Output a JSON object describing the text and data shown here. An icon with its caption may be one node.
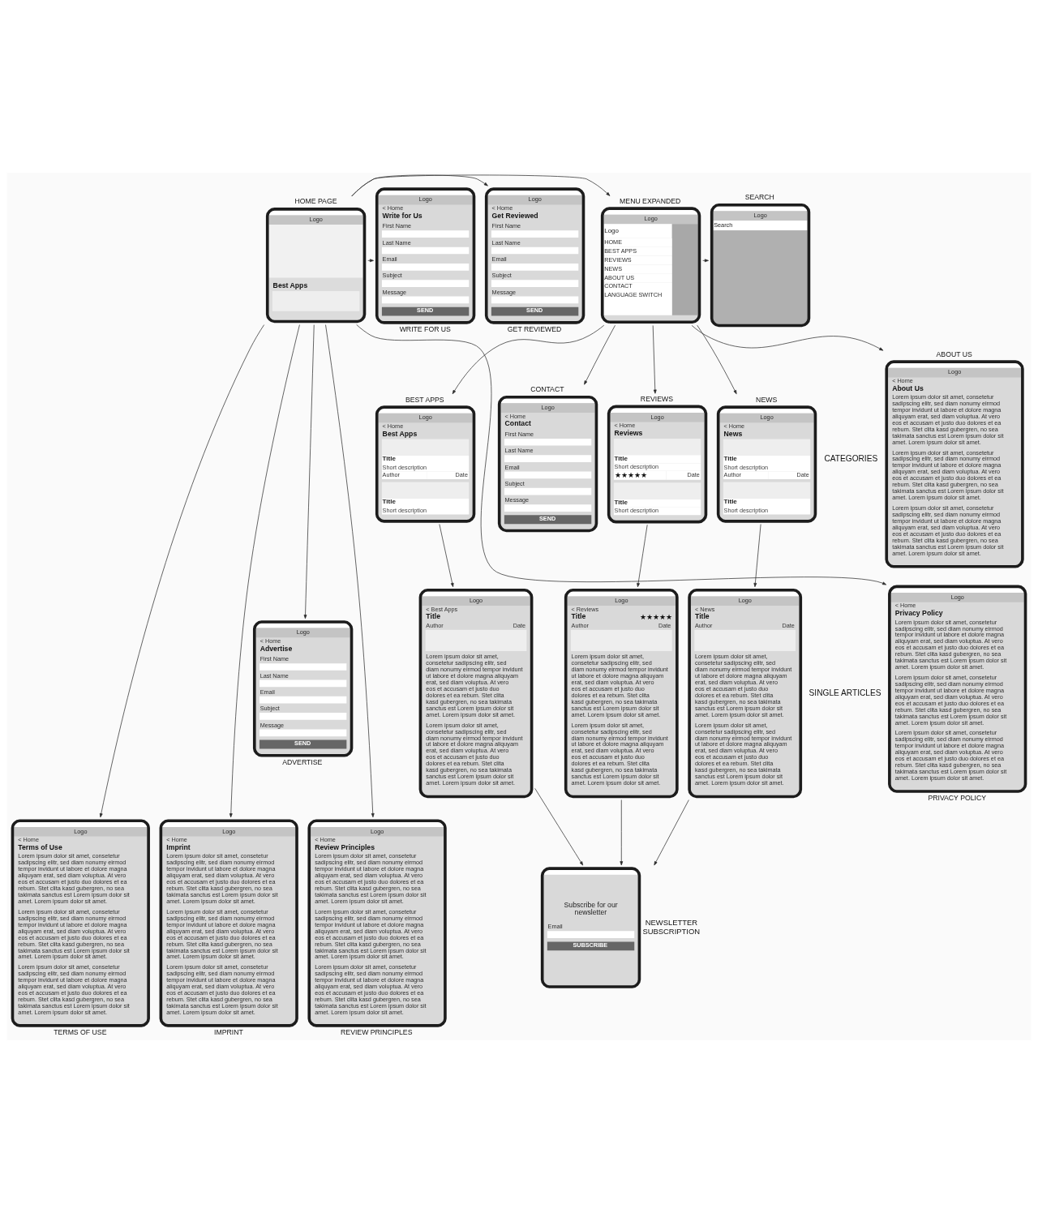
{
  "diagram": {
    "nodes": [
      {
        "text": [
          "HOME PAGE",
          "Logo",
          "Best Apps"
        ]
      },
      {
        "text": [
          "MENU EXPANDED",
          "Logo",
          "Logo",
          "HOME",
          "BEST APPS",
          "REVIEWS",
          "NEWS",
          "ABOUT US",
          "CONTACT",
          "LANGUAGE SWITCH"
        ]
      },
      {
        "text": [
          "BEST APPS",
          "Logo",
          "< Home",
          "Best Apps",
          "Title",
          "Short description",
          "Author",
          "Date",
          "Title",
          "Short description"
        ]
      },
      {
        "text": [
          "REVIEWS",
          "Logo",
          "< Home",
          "Reviews",
          "Title",
          "Short description",
          "★★★★★",
          "Date",
          "Title",
          "Short description"
        ]
      },
      {
        "text": [
          "NEWS",
          "Logo",
          "< Home",
          "News",
          "Title",
          "Short description",
          "Author",
          "Date",
          "Title",
          "Short description"
        ]
      },
      {
        "text": [
          "ABOUT US",
          "Logo",
          "< Home",
          "About Us",
          "Lorem ipsum dolor sit amet, consetetur sadipscing elitr, sed diam nonumy eirmod tempor invidunt ut labore et dolore magna aliquyam erat, sed diam voluptua. At vero eos et accusam et justo duo dolores et ea rebum. Stet clita kasd gubergren, no sea takimata sanctus est Lorem ipsum dolor sit amet. Lorem ipsum dolor sit amet.",
          "Lorem ipsum dolor sit amet, consetetur sadipscing elitr, sed diam nonumy eirmod tempor invidunt ut labore et dolore magna aliquyam erat, sed diam voluptua. At vero eos et accusam et justo duo dolores et ea rebum. Stet clita kasd gubergren, no sea takimata sanctus est Lorem ipsum dolor sit amet. Lorem ipsum dolor sit amet.",
          "Lorem ipsum dolor sit amet, consetetur sadipscing elitr, sed diam nonumy eirmod tempor invidunt ut labore et dolore magna aliquyam erat, sed diam voluptua. At vero eos et accusam et justo duo dolores et ea rebum. Stet clita kasd gubergren, no sea takimata sanctus est Lorem ipsum dolor sit amet. Lorem ipsum dolor sit amet."
        ]
      },
      {
        "text": [
          "CONTACT",
          "Logo",
          "< Home",
          "Contact",
          "First Name",
          "Last Name",
          "Email",
          "Subject",
          "Message",
          "SEND"
        ]
      },
      {
        "text": [
          "SEARCH",
          "Logo",
          "Search"
        ]
      },
      {
        "text": [
          "Logo",
          "< Best Apps",
          "Title",
          "Author",
          "Date",
          "Lorem ipsum dolor sit amet, consetetur sadipscing elitr, sed diam nonumy eirmod tempor invidunt ut labore et dolore magna aliquyam erat, sed diam voluptua. At vero eos et accusam et justo duo dolores et ea rebum. Stet clita kasd gubergren, no sea takimata sanctus est Lorem ipsum dolor sit amet. Lorem ipsum dolor sit amet.",
          "Lorem ipsum dolor sit amet, consetetur sadipscing elitr, sed diam nonumy eirmod tempor invidunt ut labore et dolore magna aliquyam erat, sed diam voluptua. At vero eos et accusam et justo duo dolores et ea rebum. Stet clita kasd gubergren, no sea takimata sanctus est Lorem ipsum dolor sit amet. Lorem ipsum dolor sit amet."
        ]
      },
      {
        "text": [
          "Logo",
          "< Reviews",
          "Title",
          "★★★★★",
          "Author",
          "Date",
          "Lorem ipsum dolor sit amet, consetetur sadipscing elitr, sed diam nonumy eirmod tempor invidunt ut labore et dolore magna aliquyam erat, sed diam voluptua. At vero eos et accusam et justo duo dolores et ea rebum. Stet clita kasd gubergren, no sea takimata sanctus est Lorem ipsum dolor sit amet. Lorem ipsum dolor sit amet.",
          "Lorem ipsum dolor sit amet, consetetur sadipscing elitr, sed diam nonumy eirmod tempor invidunt ut labore et dolore magna aliquyam erat, sed diam voluptua. At vero eos et accusam et justo duo dolores et ea rebum. Stet clita kasd gubergren, no sea takimata sanctus est Lorem ipsum dolor sit amet. Lorem ipsum dolor sit amet."
        ]
      },
      {
        "text": [
          "Logo",
          "< News",
          "Title",
          "Author",
          "Date",
          "Lorem ipsum dolor sit amet, consetetur sadipscing elitr, sed diam nonumy eirmod tempor invidunt ut labore et dolore magna aliquyam erat, sed diam voluptua. At vero eos et accusam et justo duo dolores et ea rebum. Stet clita kasd gubergren, no sea takimata sanctus est Lorem ipsum dolor sit amet. Lorem ipsum dolor sit amet.",
          "Lorem ipsum dolor sit amet, consetetur sadipscing elitr, sed diam nonumy eirmod tempor invidunt ut labore et dolore magna aliquyam erat, sed diam voluptua. At vero eos et accusam et justo duo dolores et ea rebum. Stet clita kasd gubergren, no sea takimata sanctus est Lorem ipsum dolor sit amet. Lorem ipsum dolor sit amet."
        ]
      },
      {
        "text": [
          "Subscribe for our newsletter",
          "Email",
          "SUBSCRIBE"
        ],
        "beside": [
          "NEWSLETTER SUBSCRIPTION"
        ]
      },
      {
        "text": [
          "Logo",
          "< Home",
          "Privacy Policy",
          "Lorem ipsum dolor sit amet, consetetur sadipscing elitr, sed diam nonumy eirmod tempor invidunt ut labore et dolore magna aliquyam erat, sed diam voluptua. At vero eos et accusam et justo duo dolores et ea rebum. Stet clita kasd gubergren, no sea takimata sanctus est Lorem ipsum dolor sit amet. Lorem ipsum dolor sit amet.",
          "Lorem ipsum dolor sit amet, consetetur sadipscing elitr, sed diam nonumy eirmod tempor invidunt ut labore et dolore magna aliquyam erat, sed diam voluptua. At vero eos et accusam et justo duo dolores et ea rebum. Stet clita kasd gubergren, no sea takimata sanctus est Lorem ipsum dolor sit amet. Lorem ipsum dolor sit amet.",
          "Lorem ipsum dolor sit amet, consetetur sadipscing elitr, sed diam nonumy eirmod tempor invidunt ut labore et dolore magna aliquyam erat, sed diam voluptua. At vero eos et accusam et justo duo dolores et ea rebum. Stet clita kasd gubergren, no sea takimata sanctus est Lorem ipsum dolor sit amet. Lorem ipsum dolor sit amet.",
          "PRIVACY POLICY"
        ]
      },
      {
        "text": [
          "Logo",
          "< Home",
          "Terms of Use",
          "Lorem ipsum dolor sit amet, consetetur sadipscing elitr, sed diam nonumy eirmod tempor invidunt ut labore et dolore magna aliquyam erat, sed diam voluptua. At vero eos et accusam et justo duo dolores et ea rebum. Stet clita kasd gubergren, no sea takimata sanctus est Lorem ipsum dolor sit amet. Lorem ipsum dolor sit amet.",
          "Lorem ipsum dolor sit amet, consetetur sadipscing elitr, sed diam nonumy eirmod tempor invidunt ut labore et dolore magna aliquyam erat, sed diam voluptua. At vero eos et accusam et justo duo dolores et ea rebum. Stet clita kasd gubergren, no sea takimata sanctus est Lorem ipsum dolor sit amet. Lorem ipsum dolor sit amet.",
          "Lorem ipsum dolor sit amet, consetetur sadipscing elitr, sed diam nonumy eirmod tempor invidunt ut labore et dolore magna aliquyam erat, sed diam voluptua. At vero eos et accusam et justo duo dolores et ea rebum. Stet clita kasd gubergren, no sea takimata sanctus est Lorem ipsum dolor sit amet. Lorem ipsum dolor sit amet.",
          "TERMS OF USE"
        ]
      },
      {
        "text": [
          "Logo",
          "< Home",
          "Imprint",
          "Lorem ipsum dolor sit amet, consetetur sadipscing elitr, sed diam nonumy eirmod tempor invidunt ut labore et dolore magna aliquyam erat, sed diam voluptua. At vero eos et accusam et justo duo dolores et ea rebum. Stet clita kasd gubergren, no sea takimata sanctus est Lorem ipsum dolor sit amet. Lorem ipsum dolor sit amet.",
          "Lorem ipsum dolor sit amet, consetetur sadipscing elitr, sed diam nonumy eirmod tempor invidunt ut labore et dolore magna aliquyam erat, sed diam voluptua. At vero eos et accusam et justo duo dolores et ea rebum. Stet clita kasd gubergren, no sea takimata sanctus est Lorem ipsum dolor sit amet. Lorem ipsum dolor sit amet.",
          "Lorem ipsum dolor sit amet, consetetur sadipscing elitr, sed diam nonumy eirmod tempor invidunt ut labore et dolore magna aliquyam erat, sed diam voluptua. At vero eos et accusam et justo duo dolores et ea rebum. Stet clita kasd gubergren, no sea takimata sanctus est Lorem ipsum dolor sit amet. Lorem ipsum dolor sit amet.",
          "IMPRINT"
        ]
      },
      {
        "text": [
          "Logo",
          "< Home",
          "Write for Us",
          "First Name",
          "Last Name",
          "Email",
          "Subject",
          "Message",
          "SEND",
          "WRITE FOR US"
        ]
      },
      {
        "text": [
          "Logo",
          "< Home",
          "Get Reviewed",
          "First Name",
          "Last Name",
          "Email",
          "Subject",
          "Message",
          "SEND",
          "GET REVIEWED"
        ]
      },
      {
        "text": [
          "Logo",
          "< Home",
          "Advertise",
          "First Name",
          "Last Name",
          "Email",
          "Subject",
          "Message",
          "SEND",
          "ADVERTISE"
        ]
      },
      {
        "text": [
          "Logo",
          "< Home",
          "Review Principles",
          "Lorem ipsum dolor sit amet, consetetur sadipscing elitr, sed diam nonumy eirmod tempor invidunt ut labore et dolore magna aliquyam erat, sed diam voluptua. At vero eos et accusam et justo duo dolores et ea rebum. Stet clita kasd gubergren, no sea takimata sanctus est Lorem ipsum dolor sit amet. Lorem ipsum dolor sit amet.",
          "Lorem ipsum dolor sit amet, consetetur sadipscing elitr, sed diam nonumy eirmod tempor invidunt ut labore et dolore magna aliquyam erat, sed diam voluptua. At vero eos et accusam et justo duo dolores et ea rebum. Stet clita kasd gubergren, no sea takimata sanctus est Lorem ipsum dolor sit amet. Lorem ipsum dolor sit amet.",
          "Lorem ipsum dolor sit amet, consetetur sadipscing elitr, sed diam nonumy eirmod tempor invidunt ut labore et dolore magna aliquyam erat, sed diam voluptua. At vero eos et accusam et justo duo dolores et ea rebum. Stet clita kasd gubergren, no sea takimata sanctus est Lorem ipsum dolor sit amet. Lorem ipsum dolor sit amet.",
          "REVIEW PRINCIPLES"
        ]
      }
    ],
    "edges": [
      {
        "from": 0,
        "to": 1,
        "arrow": "to"
      },
      {
        "from": 1,
        "to": 2,
        "arrow": "to"
      },
      {
        "from": 1,
        "to": 3,
        "arrow": "to"
      },
      {
        "from": 1,
        "to": 4,
        "arrow": "to"
      },
      {
        "from": 1,
        "to": 5,
        "arrow": "to"
      },
      {
        "from": 1,
        "to": 6,
        "arrow": "to"
      },
      {
        "from": 1,
        "to": 7,
        "arrow": "to"
      },
      {
        "from": 2,
        "to": 8,
        "arrow": "to"
      },
      {
        "from": 3,
        "to": 9,
        "arrow": "to"
      },
      {
        "from": 4,
        "to": 10,
        "arrow": "to"
      },
      {
        "from": 8,
        "to": 11,
        "arrow": "to"
      },
      {
        "from": 9,
        "to": 11,
        "arrow": "to"
      },
      {
        "from": 10,
        "to": 11,
        "arrow": "to"
      },
      {
        "from": 0,
        "to": 12,
        "arrow": "to"
      },
      {
        "from": 0,
        "to": 13,
        "arrow": "to"
      },
      {
        "from": 0,
        "to": 14,
        "arrow": "to"
      },
      {
        "from": 0,
        "to": 15,
        "arrow": "to"
      },
      {
        "from": 0,
        "to": 16,
        "arrow": "to"
      },
      {
        "from": 0,
        "to": 17,
        "arrow": "to"
      },
      {
        "from": 0,
        "to": 18,
        "arrow": "to"
      }
    ],
    "labels": [
      "CATEGORIES",
      "SINGLE ARTICLES"
    ]
  }
}
